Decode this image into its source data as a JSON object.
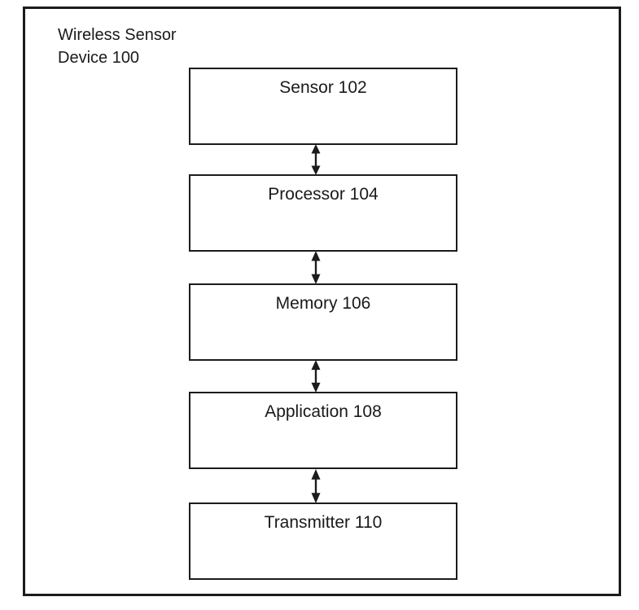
{
  "diagram": {
    "device": {
      "title_line1": "Wireless Sensor",
      "title_line2": "Device 100"
    },
    "boxes": [
      {
        "label": "Sensor 102"
      },
      {
        "label": "Processor 104"
      },
      {
        "label": "Memory 106"
      },
      {
        "label": "Application 108"
      },
      {
        "label": "Transmitter 110"
      }
    ],
    "connectors": {
      "type": "double-headed-arrow",
      "count": 4
    },
    "colors": {
      "border": "#1c1c1c",
      "text": "#1a1a1a",
      "background": "#ffffff"
    }
  }
}
